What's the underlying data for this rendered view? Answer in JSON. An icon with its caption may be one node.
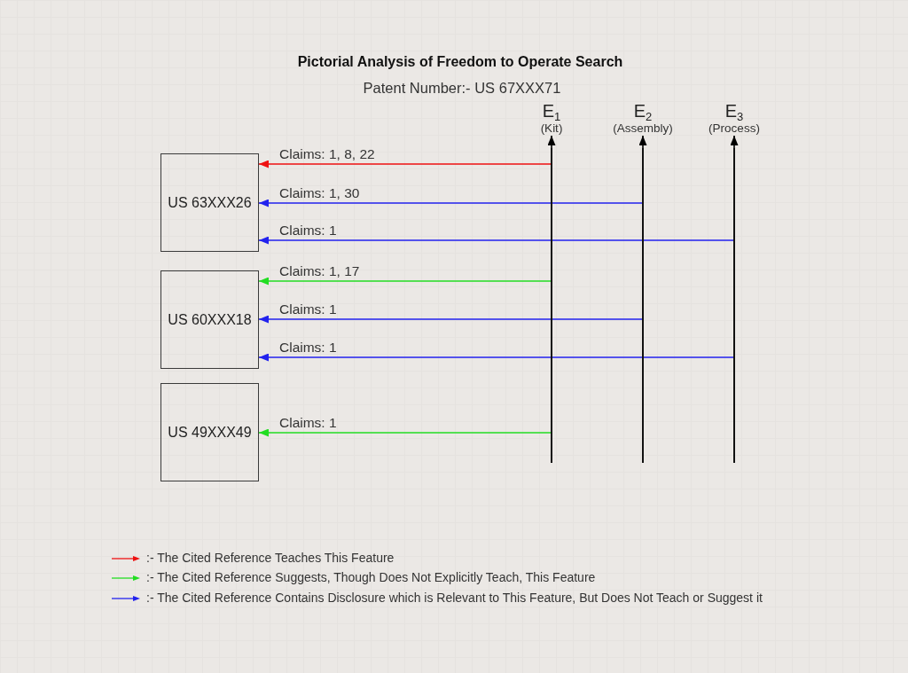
{
  "diagram": {
    "title": "Pictorial Analysis of Freedom to Operate Search",
    "nodes": [
      {
        "text": [
          "E$_{1}$",
          "(Kit)"
        ]
      },
      {
        "text": [
          "E$_{2}$",
          "(Assembly)"
        ]
      },
      {
        "text": [
          "E$_{3}$",
          "(Process)"
        ]
      },
      {
        "text": [],
        "shape": "line"
      },
      {
        "text": [],
        "shape": "line"
      },
      {
        "text": [],
        "shape": "line"
      },
      {
        "text": [
          "US 63XXX26"
        ]
      },
      {
        "text": [
          "US 60XXX18"
        ]
      },
      {
        "text": [
          "US 49XXX49"
        ]
      }
    ],
    "edges": [
      {
        "from": 3,
        "to": 0,
        "arrow": "to",
        "color": "#000000"
      },
      {
        "from": 4,
        "to": 1,
        "arrow": "to",
        "color": "#000000"
      },
      {
        "from": 5,
        "to": 2,
        "arrow": "to",
        "color": "#000000"
      },
      {
        "from": 3,
        "to": 6,
        "arrow": "to",
        "label": "Claims: 1, 8, 22",
        "color": "#ee1111"
      },
      {
        "from": 4,
        "to": 6,
        "arrow": "to",
        "label": "Claims: 1, 30",
        "color": "#2222ee"
      },
      {
        "from": 5,
        "to": 6,
        "arrow": "to",
        "label": "Claims: 1",
        "color": "#2222ee"
      },
      {
        "from": 3,
        "to": 7,
        "arrow": "to",
        "label": "Claims: 1, 17",
        "color": "#22dd22"
      },
      {
        "from": 4,
        "to": 7,
        "arrow": "to",
        "label": "Claims: 1",
        "color": "#2222ee"
      },
      {
        "from": 5,
        "to": 7,
        "arrow": "to",
        "label": "Claims: 1",
        "color": "#2222ee"
      },
      {
        "from": 3,
        "to": 8,
        "arrow": "to",
        "label": "Claims: 1",
        "color": "#22dd22"
      }
    ],
    "labels": [
      "Patent Number:- US 67XXX71"
    ],
    "legend": [
      {
        "text": ":- The Cited Reference Teaches This Feature"
      },
      {
        "text": ":- The Cited Reference Suggests, Though Does Not Explicitly Teach, This Feature"
      },
      {
        "text": ":- The Cited Reference Contains Disclosure which is Relevant to This Feature, But Does Not Teach or Suggest it"
      }
    ]
  }
}
